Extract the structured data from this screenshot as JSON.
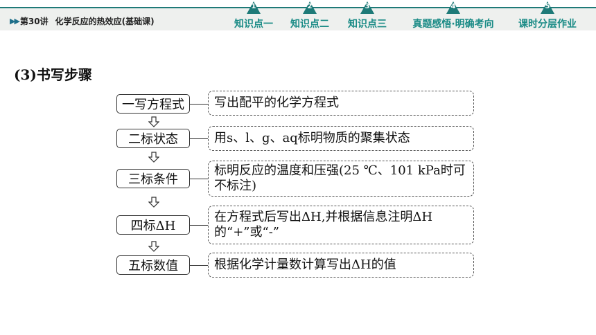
{
  "header": {
    "lesson_number": "第30讲",
    "lesson_title": "化学反应的热效应(基础课)",
    "accent_color": "#1a8b86",
    "nav": [
      {
        "badge": "1",
        "label": "知识点一"
      },
      {
        "badge": "2",
        "label": "知识点二"
      },
      {
        "badge": "3",
        "label": "知识点三"
      },
      {
        "badge": "4",
        "label": "真题感悟·明确考向"
      },
      {
        "badge": "5",
        "label": "课时分层作业"
      }
    ]
  },
  "main": {
    "section_title": "(3)书写步骤",
    "steps": [
      {
        "label": "一写方程式",
        "description": "写出配平的化学方程式"
      },
      {
        "label": "二标状态",
        "description": "用s、l、g、aq标明物质的聚集状态"
      },
      {
        "label": "三标条件",
        "description": "标明反应的温度和压强(25 ℃、101 kPa时可不标注)"
      },
      {
        "label": "四标ΔH",
        "description": "在方程式后写出ΔH,并根据信息注明ΔH的“+”或“-”"
      },
      {
        "label": "五标数值",
        "description": "根据化学计量数计算写出ΔH的值"
      }
    ]
  }
}
